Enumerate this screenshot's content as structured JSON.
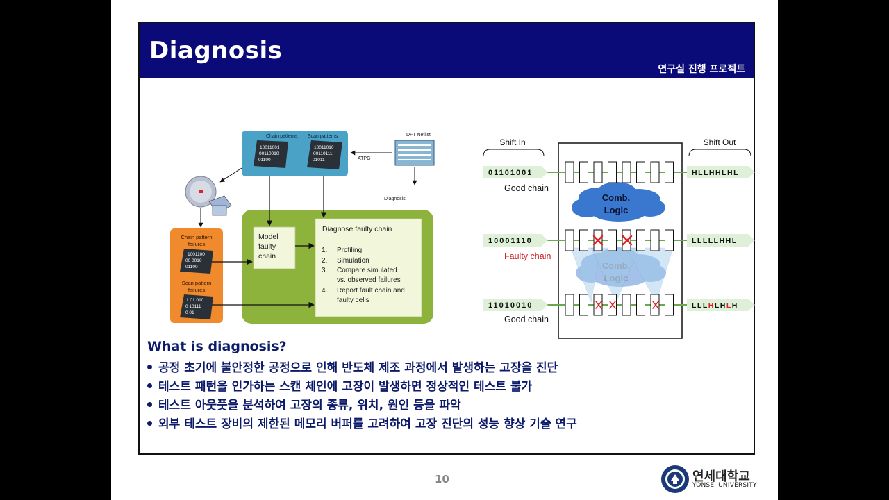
{
  "slide": {
    "title": "Diagnosis",
    "project_label": "연구실 진행 프로젝트",
    "page_number": "10"
  },
  "flow_diagram": {
    "chain_patterns_label": "Chain patterns",
    "chain_patterns_bits": [
      "10011001",
      "00110010",
      "01100"
    ],
    "scan_patterns_label": "Scan patterns",
    "scan_patterns_bits": [
      "10011010",
      "00110111",
      "01011"
    ],
    "dft_netlist_label": "DFT Netlist",
    "atpg_label": "ATPG",
    "diagnosis_label": "Diagnosis",
    "chain_failures_label_1": "Chain pattern",
    "chain_failures_label_2": "failures",
    "chain_failures_bits": [
      "1001100",
      "00  0010",
      "01100"
    ],
    "scan_failures_label_1": "Scan pattern",
    "scan_failures_label_2": "failures",
    "scan_failures_bits": [
      "1  01  010",
      "0  10111",
      "0  01"
    ],
    "model_label_1": "Model",
    "model_label_2": "faulty",
    "model_label_3": "chain",
    "diagnose_title": "Diagnose faulty chain",
    "steps": [
      {
        "num": "1.",
        "text": "Profiling"
      },
      {
        "num": "2.",
        "text": "Simulation"
      },
      {
        "num": "3.",
        "text": "Compare simulated"
      },
      {
        "num": "",
        "text": "vs. observed failures"
      },
      {
        "num": "4.",
        "text": "Report fault chain and"
      },
      {
        "num": "",
        "text": "faulty cells"
      }
    ],
    "colors": {
      "scan_box": "#4aa3c7",
      "failure_box": "#f08a2c",
      "diag_box": "#8db33d"
    }
  },
  "chain_diagram": {
    "shift_in_label": "Shift In",
    "shift_out_label": "Shift Out",
    "comb_logic_label_1": "Comb.",
    "comb_logic_label_2": "Logic",
    "rows": [
      {
        "input": "01101001",
        "output": "HLLHHLHL",
        "caption": "Good chain",
        "caption_color": "#111111"
      },
      {
        "input": "10001110",
        "output": "LLLLLHHL",
        "caption": "Faulty chain",
        "caption_color": "#cc2222"
      },
      {
        "input": "11010010",
        "output": "LLLHLHLH",
        "caption": "Good chain",
        "caption_color": "#111111"
      }
    ],
    "colors": {
      "arrow_fill": "#dff0d8",
      "wire": "#6aa84f",
      "fault": "#dd2222",
      "cloud": "#3a78d0"
    }
  },
  "body": {
    "heading": "What is diagnosis?",
    "bullets": [
      "공정 초기에 불안정한 공정으로 인해 반도체 제조 과정에서 발생하는 고장을 진단",
      "테스트 패턴을 인가하는 스캔 체인에 고장이 발생하면 정상적인 테스트 불가",
      "테스트 아웃풋을 분석하여 고장의 종류, 위치, 원인 등을 파악",
      "외부 테스트 장비의 제한된 메모리 버퍼를 고려하여 고장 진단의 성능 향상 기술 연구"
    ]
  },
  "logo": {
    "name_kr": "연세대학교",
    "name_en": "YONSEI UNIVERSITY"
  },
  "colors": {
    "title_bar": "#0a0a78",
    "text_navy": "#0c1a6a"
  }
}
